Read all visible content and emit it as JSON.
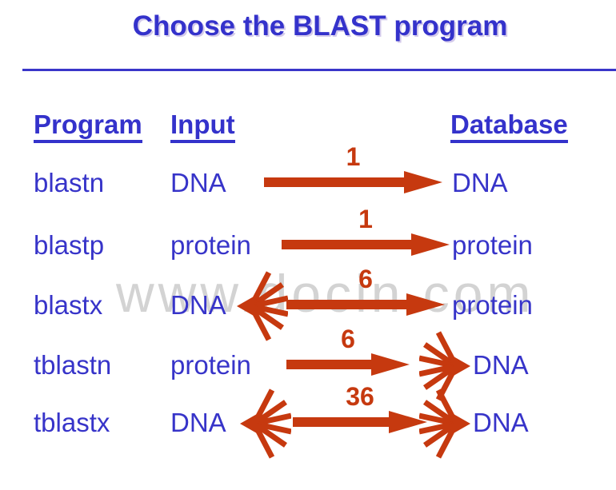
{
  "title": "Choose the BLAST program",
  "watermark": "www.docin.com",
  "colors": {
    "text_blue": "#3734c9",
    "arrow_red": "#c6390f",
    "watermark_gray": "#d3d3d3",
    "background": "#ffffff"
  },
  "table": {
    "headers": {
      "program": "Program",
      "input": "Input",
      "database": "Database"
    },
    "rows": [
      {
        "program": "blastn",
        "input": "DNA",
        "database": "DNA",
        "arrow_label": "1",
        "input_translated": false,
        "database_translated": false
      },
      {
        "program": "blastp",
        "input": "protein",
        "database": "protein",
        "arrow_label": "1",
        "input_translated": false,
        "database_translated": false
      },
      {
        "program": "blastx",
        "input": "DNA",
        "database": "protein",
        "arrow_label": "6",
        "input_translated": true,
        "database_translated": false
      },
      {
        "program": "tblastn",
        "input": "protein",
        "database": "DNA",
        "arrow_label": "6",
        "input_translated": false,
        "database_translated": true
      },
      {
        "program": "tblastx",
        "input": "DNA",
        "database": "DNA",
        "arrow_label": "36",
        "input_translated": true,
        "database_translated": true
      }
    ]
  }
}
